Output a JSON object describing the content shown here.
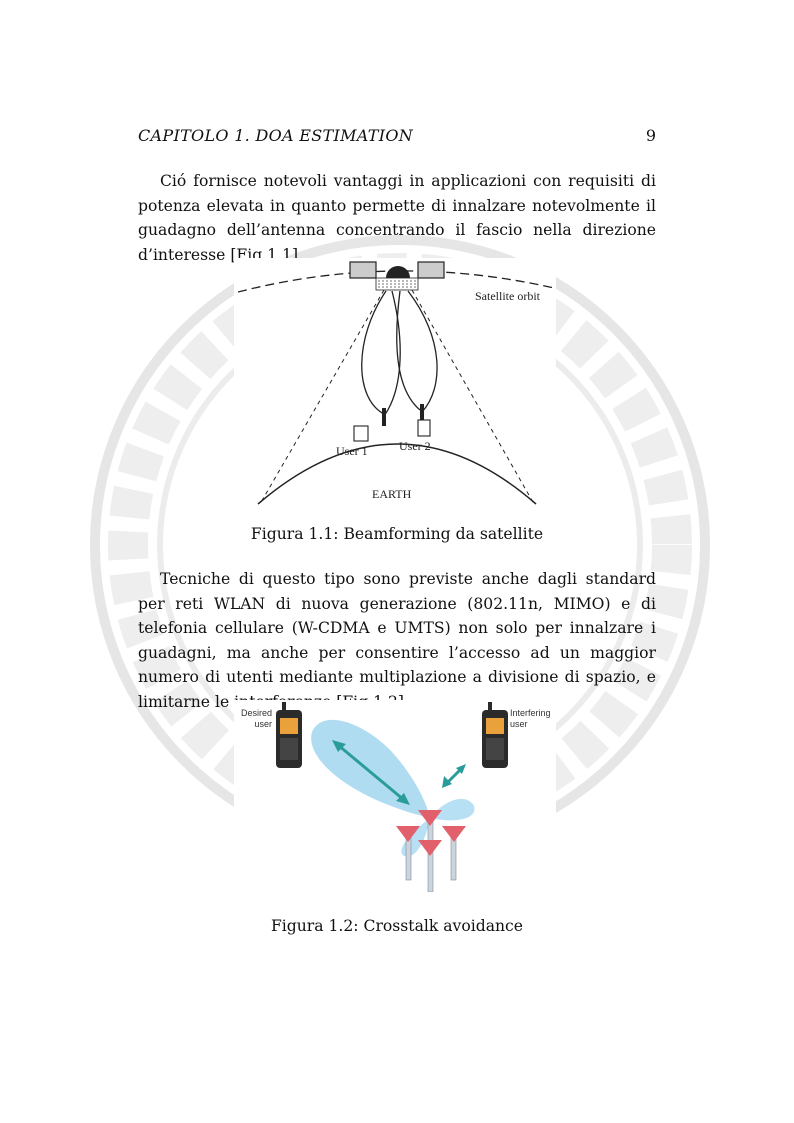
{
  "header": {
    "chapter": "CAPITOLO 1.  DOA ESTIMATION",
    "page_number": "9"
  },
  "paragraph1": "Ció fornisce notevoli vantaggi in applicazioni con requisiti di potenza elevata in quanto permette di innalzare notevolmente il guadagno dell’antenna concentrando il fascio nella direzione d’interesse [Fig.1.1].",
  "figure1": {
    "labels": {
      "orbit": "Satellite orbit",
      "user1": "User 1",
      "user2": "User 2",
      "earth": "EARTH"
    },
    "caption": "Figura 1.1: Beamforming da satellite"
  },
  "paragraph2": "Tecniche di questo tipo sono previste anche dagli standard per reti WLAN di nuova generazione (802.11n, MIMO) e di telefonia cellulare (W-CDMA e UMTS) non solo per innalzare i guadagni, ma anche per consentire l’accesso ad un maggior numero di utenti mediante multiplazione a divisione di spazio, e limitarne le interferenze [Fig.1.2].",
  "figure2": {
    "labels": {
      "desired_1": "Desired",
      "desired_2": "user",
      "interfering_1": "Interfering",
      "interfering_2": "user"
    },
    "caption": "Figura 1.2: Crosstalk avoidance"
  },
  "colors": {
    "beam": "#9fd3ee",
    "antenna": "#e2606b",
    "arrow": "#2a9d9a"
  }
}
